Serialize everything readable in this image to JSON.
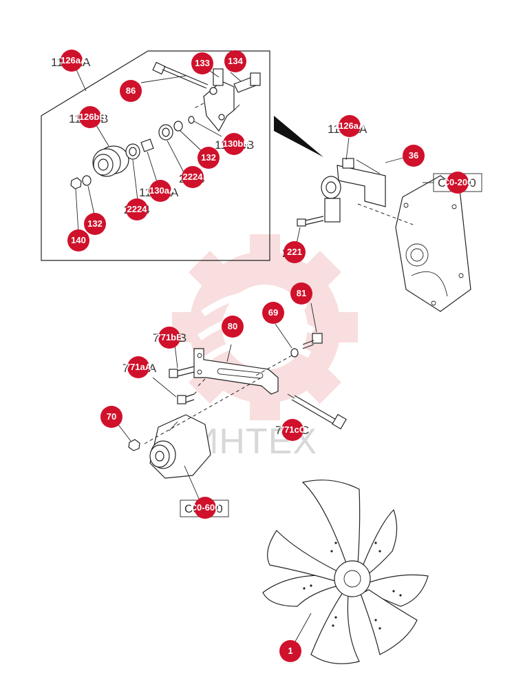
{
  "watermark": {
    "text": "ИНТЕХ",
    "color": "#f2b8b8"
  },
  "accent_color": "#d0112b",
  "labels": {
    "l1126aA_top": "1126aA",
    "l1126bB": "1126bB",
    "l1130bB": "1130bB",
    "l1130aA": "1130aA",
    "l2224_a": "2224",
    "l2224_b": "2224",
    "l1126aA_right": "1126aA",
    "lC0200": "C0-200",
    "l221": "221",
    "l771bB": "771bB",
    "l771aA": "771aA",
    "l771cC": "771cC",
    "lC0600": "C0-600"
  },
  "callouts": [
    {
      "id": "c-1126aA-top",
      "text": "1126aA"
    },
    {
      "id": "c-133",
      "text": "133"
    },
    {
      "id": "c-134",
      "text": "134"
    },
    {
      "id": "c-86",
      "text": "86"
    },
    {
      "id": "c-1126bB",
      "text": "1126bB"
    },
    {
      "id": "c-1130bB",
      "text": "1130bB"
    },
    {
      "id": "c-132-a",
      "text": "132"
    },
    {
      "id": "c-2224-a",
      "text": "2224"
    },
    {
      "id": "c-1130aA",
      "text": "1130aA"
    },
    {
      "id": "c-2224-b",
      "text": "2224"
    },
    {
      "id": "c-132-b",
      "text": "132"
    },
    {
      "id": "c-140",
      "text": "140"
    },
    {
      "id": "c-1126aA-right",
      "text": "1126aA"
    },
    {
      "id": "c-36",
      "text": "36"
    },
    {
      "id": "c-C0200",
      "text": "C0-200"
    },
    {
      "id": "c-221",
      "text": "221"
    },
    {
      "id": "c-81",
      "text": "81"
    },
    {
      "id": "c-69",
      "text": "69"
    },
    {
      "id": "c-80",
      "text": "80"
    },
    {
      "id": "c-771bB",
      "text": "771bB"
    },
    {
      "id": "c-771aA",
      "text": "771aA"
    },
    {
      "id": "c-70",
      "text": "70"
    },
    {
      "id": "c-771cC",
      "text": "771cC"
    },
    {
      "id": "c-C0600",
      "text": "C0-600"
    },
    {
      "id": "c-1",
      "text": "1"
    }
  ]
}
